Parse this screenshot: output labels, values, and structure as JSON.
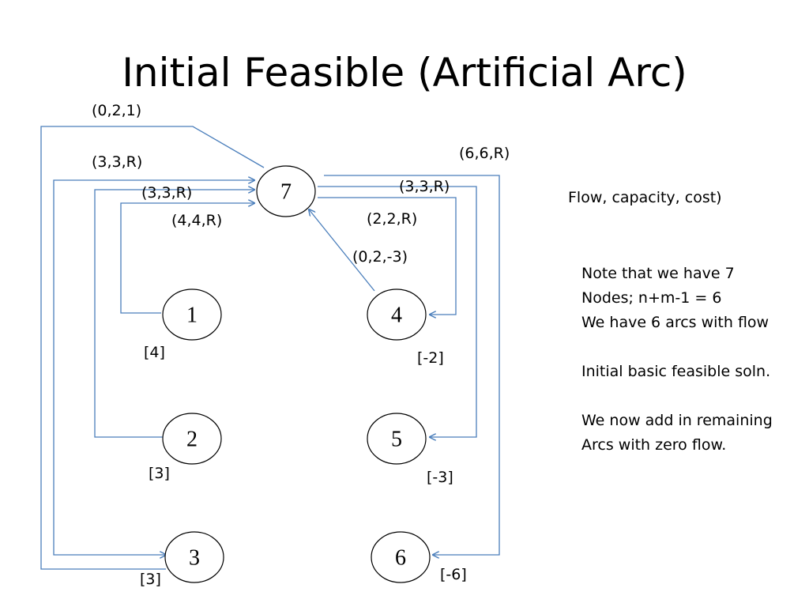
{
  "title": "Initial Feasible (Artificial Arc)",
  "legend": "Flow, capacity, cost)",
  "nodes": [
    {
      "id": "7",
      "label": "7"
    },
    {
      "id": "1",
      "label": "1",
      "supply": "[4]"
    },
    {
      "id": "2",
      "label": "2",
      "supply": "[3]"
    },
    {
      "id": "3",
      "label": "3",
      "supply": "[3]"
    },
    {
      "id": "4",
      "label": "4",
      "supply": "[-2]"
    },
    {
      "id": "5",
      "label": "5",
      "supply": "[-3]"
    },
    {
      "id": "6",
      "label": "6",
      "supply": "[-6]"
    }
  ],
  "arc_labels": {
    "a_021": "(0,2,1)",
    "a_33R_left_outer": "(3,3,R)",
    "a_33R_left_inner": "(3,3,R)",
    "a_44R": "(4,4,R)",
    "a_66R": "(6,6,R)",
    "a_33R_right": "(3,3,R)",
    "a_22R": "(2,2,R)",
    "a_02m3": "(0,2,-3)"
  },
  "notes": [
    "Note that we have 7",
    "Nodes; n+m-1 = 6",
    "We have 6 arcs with flow",
    "",
    "Initial basic feasible soln.",
    "",
    "We now add in remaining",
    "Arcs with zero flow."
  ],
  "colors": {
    "arc": "#4a7ebb",
    "node_stroke": "#000000"
  }
}
